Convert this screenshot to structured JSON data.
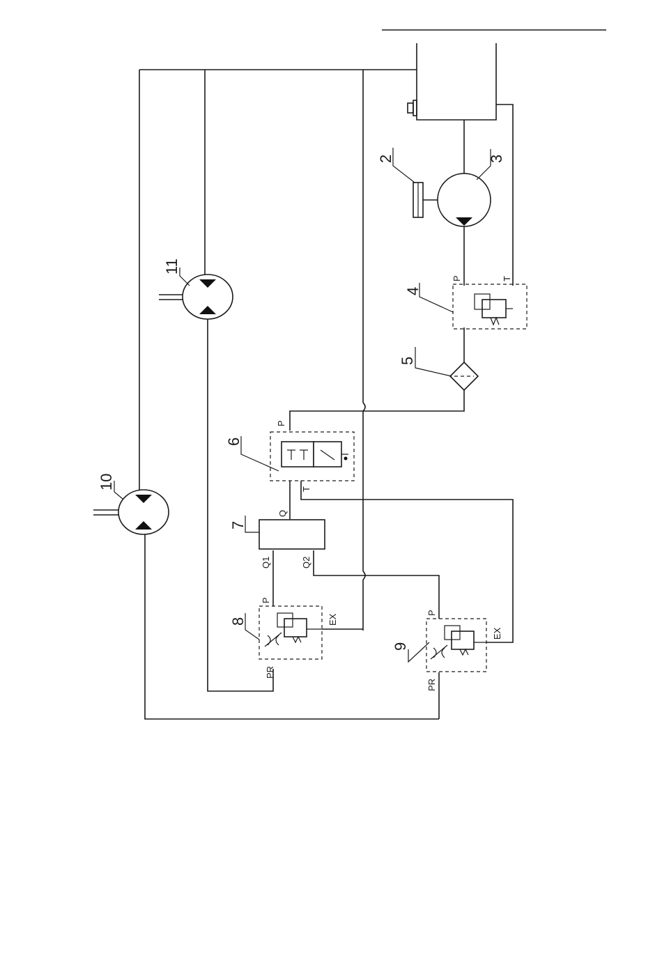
{
  "components": {
    "c2": {
      "number": "2"
    },
    "c3": {
      "number": "3"
    },
    "c4": {
      "number": "4",
      "port_p": "P",
      "port_t": "T"
    },
    "c5": {
      "number": "5"
    },
    "c6": {
      "number": "6",
      "port_p": "P",
      "port_t": "T"
    },
    "c7": {
      "number": "7",
      "port_q": "Q",
      "port_q1": "Q1",
      "port_q2": "Q2"
    },
    "c8": {
      "number": "8",
      "port_p": "P",
      "port_pr": "PR",
      "port_ex": "EX"
    },
    "c9": {
      "number": "9",
      "port_p": "P",
      "port_pr": "PR",
      "port_ex": "EX"
    },
    "c10": {
      "number": "10"
    },
    "c11": {
      "number": "11"
    }
  }
}
